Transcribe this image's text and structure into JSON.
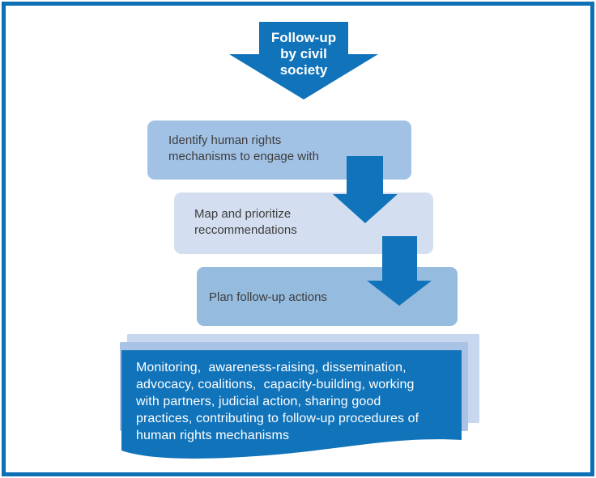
{
  "diagram": {
    "title_arrow": {
      "lines": [
        "Follow-up",
        "by civil",
        "society"
      ]
    },
    "steps": [
      {
        "id": "identify-mechanisms",
        "lines": [
          "Identify human rights",
          "mechanisms to engage with"
        ]
      },
      {
        "id": "map-prioritize",
        "lines": [
          "Map and prioritize",
          "reccommendations"
        ]
      },
      {
        "id": "plan-actions",
        "lines": [
          "Plan follow-up actions"
        ]
      }
    ],
    "outcome": {
      "lines": [
        "Monitoring,  awareness-raising, dissemination,",
        "advocacy, coalitions,  capacity-building, working",
        "with partners, judicial action, sharing good",
        "practices, contributing to follow-up procedures of",
        "human rights mechanisms"
      ]
    },
    "colors": {
      "primary_blue": "#1173b9",
      "frame_border": "#0d6fb4",
      "step_identify_bg": "#a2c2e5",
      "step_map_bg": "#d3dff0",
      "step_plan_bg": "#95bbdf",
      "layer_back_bg": "#c7d7ee",
      "layer_mid_bg": "#a8c3e6",
      "step_text": "#3d3d3d",
      "light_text": "#ffffff"
    }
  }
}
